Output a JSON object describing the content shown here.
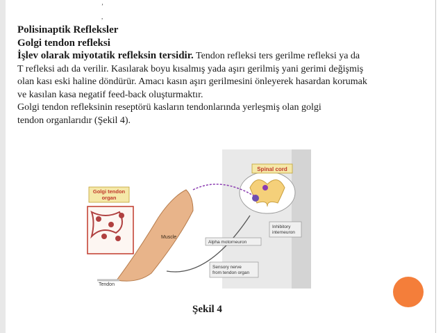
{
  "marks": {
    "top": "ʼ",
    "bottom": ","
  },
  "heading_1": "Polisinaptik Refleksler",
  "heading_2": "Golgi tendon refleksi",
  "paragraph": {
    "lead_bold": "İşlev olarak miyotatik refleksin tersidir.",
    "lead_rest": " Tendon refleksi   ters gerilme refleksi ya da",
    "line_2": "T refleksi adı da verilir. Kasılarak boyu kısalmış yada aşırı gerilmiş   yani gerimi değişmiş",
    "line_3": "olan kası eski haline döndürür. Amacı   kasın aşırı gerilmesini önleyerek hasardan korumak",
    "line_4": "ve kasılan kasa negatif feed-back oluşturmaktır.",
    "line_5": "Golgi tendon refleksinin reseptörü   kasların tendonlarında yerleşmiş olan golgi",
    "line_6": "tendon organlarıdır (Şekil 4)."
  },
  "figure": {
    "labels": {
      "spinal_cord": "Spinal cord",
      "golgi_1": "Golgi tendon",
      "golgi_2": "organ",
      "muscle": "Muscle",
      "alpha": "Alpha motorneuron",
      "inhib_1": "Inhibitory",
      "inhib_2": "interneuron",
      "sensory_1": "Sensory nerve",
      "sensory_2": "from tendon organ",
      "tendon": "Tendon"
    },
    "colors": {
      "label_box": "#f5e8a8",
      "label_text_red": "#c0392b",
      "muscle": "#e8b48a",
      "neuron": "#8a3bb0"
    }
  },
  "caption": "Şekil 4"
}
